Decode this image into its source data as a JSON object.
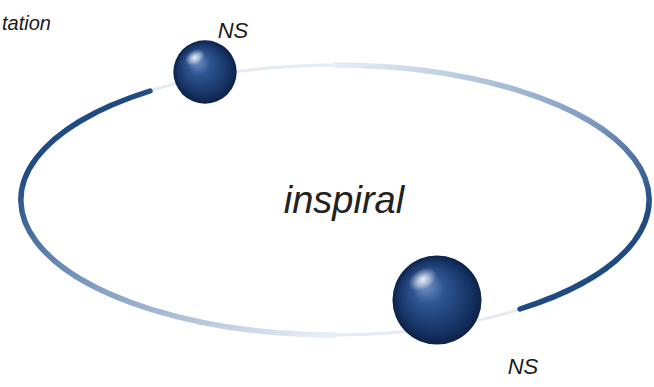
{
  "diagram": {
    "nodes": [
      {
        "text": [
          "NS"
        ]
      },
      {
        "text": [
          "NS"
        ]
      }
    ],
    "labels": [
      "tation",
      "inspiral"
    ]
  }
}
